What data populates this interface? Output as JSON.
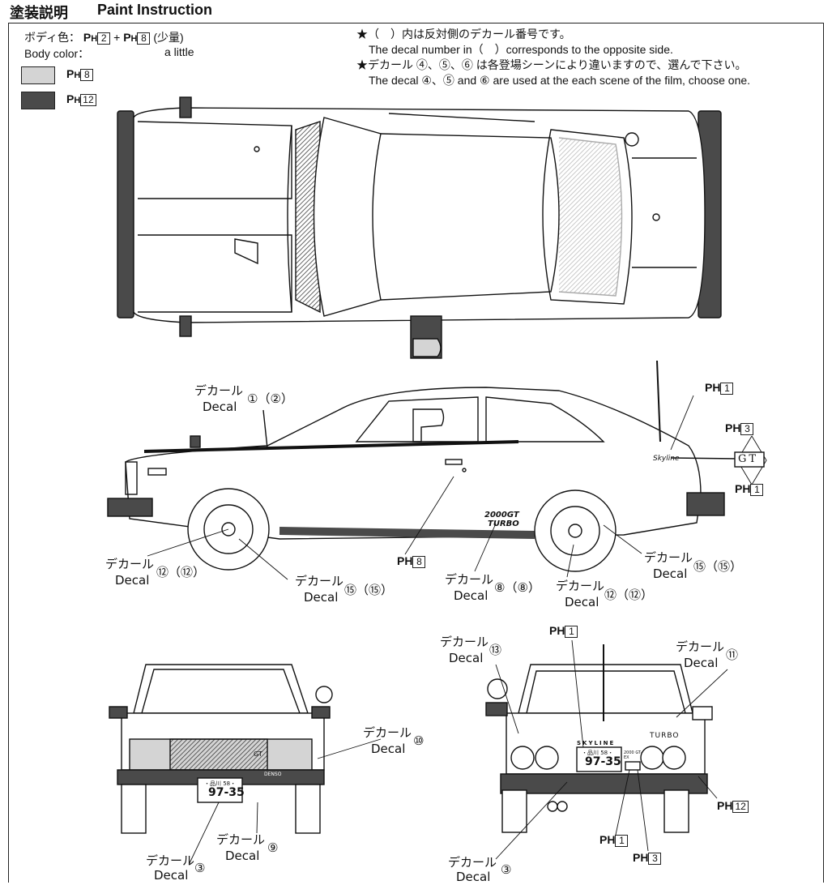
{
  "header": {
    "title_jp": "塗装説明",
    "title_en": "Paint Instruction"
  },
  "legend": {
    "body_color_jp": "ボディ色：",
    "body_color_en": "Body color：",
    "mix_a": "2",
    "mix_plus": "+",
    "mix_b": "8",
    "mix_note_jp": "(少量)",
    "mix_note_en": "a little",
    "swatches": [
      {
        "code": "8",
        "color": "#d4d4d4"
      },
      {
        "code": "12",
        "color": "#4a4a4a"
      }
    ]
  },
  "notes": {
    "line1_jp": "★（　）内は反対側のデカール番号です。",
    "line1_en": "The decal number in（　）corresponds to the opposite side.",
    "line2_jp": "★デカール ④、⑤、⑥ は各登場シーンにより違いますので、選んで下さい。",
    "line2_en": "The decal ④、⑤ and ⑥ are used at the each scene of the film, choose one."
  },
  "paint_prefix": "PH",
  "side_view": {
    "decal_top": {
      "jp": "デカール",
      "en": "Decal",
      "num": "①（②）"
    },
    "decal_wheel_left": {
      "jp": "デカール",
      "en": "Decal",
      "num": "⑫（⑫）"
    },
    "decal_wheel_center": {
      "jp": "デカール",
      "en": "Decal",
      "num": "⑮（⑮）"
    },
    "decal_sill": {
      "jp": "デカール",
      "en": "Decal",
      "num": "⑧（⑧）"
    },
    "decal_rear_wheel": {
      "jp": "デカール",
      "en": "Decal",
      "num": "⑫（⑫）"
    },
    "decal_rear_right": {
      "jp": "デカール",
      "en": "Decal",
      "num": "⑮（⑮）"
    },
    "ph_mirror": "8",
    "ph_antenna": "1",
    "ph_gt_top": "3",
    "ph_gt_bottom": "1",
    "gt_badge": "GT",
    "model_badge_1": "2000GT",
    "model_badge_2": "TURBO",
    "script_badge": "Skyline"
  },
  "front_view": {
    "decal_grille": {
      "jp": "デカール",
      "en": "Decal",
      "num": "⑩"
    },
    "decal_plate": {
      "jp": "デカール",
      "en": "Decal",
      "num": "⑨"
    },
    "decal_bottom": {
      "jp": "デカール",
      "en": "Decal",
      "num": "③"
    },
    "plate_top": "・品川 58・",
    "plate_num": "97-35",
    "grille_badge": "GT",
    "bumper_badge": "DENSO"
  },
  "rear_view": {
    "decal_left": {
      "jp": "デカール",
      "en": "Decal",
      "num": "⑬"
    },
    "decal_right": {
      "jp": "デカール",
      "en": "Decal",
      "num": "⑪"
    },
    "decal_bottom": {
      "jp": "デカール",
      "en": "Decal",
      "num": "③"
    },
    "ph_top": "1",
    "ph_right": "12",
    "ph_plate_left": "1",
    "ph_plate_right": "3",
    "skyline_text": "SKYLINE",
    "turbo_text": "TURBO",
    "plate_top": "・品川 58・",
    "plate_num": "97-35",
    "small_badge": "2000 GT-EX"
  }
}
